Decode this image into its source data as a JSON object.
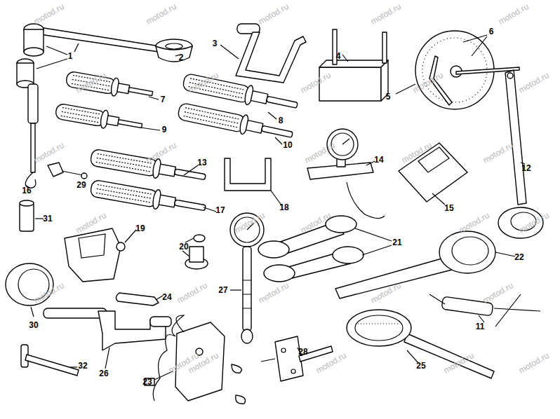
{
  "diagram": {
    "labels": [
      "1",
      "2",
      "3",
      "4",
      "5",
      "6",
      "7",
      "8",
      "9",
      "10",
      "11",
      "12",
      "13",
      "14",
      "15",
      "16",
      "17",
      "18",
      "19",
      "20",
      "21",
      "22",
      "23",
      "24",
      "25",
      "26",
      "27",
      "28",
      "29",
      "30",
      "31",
      "32",
      "motod.ru",
      "motod.ru",
      "motod.ru",
      "motod.ru",
      "motod.ru",
      "motod.ru",
      "motod.ru",
      "motod.ru",
      "motod.ru",
      "motod.ru",
      "motod.ru",
      "motod.ru",
      "motod.ru",
      "motod.ru",
      "motod.ru",
      "motod.ru",
      "motod.ru",
      "motod.ru",
      "motod.ru",
      "motod.ru",
      "motod.ru",
      "motod.ru",
      "motod.ru",
      "motod.ru",
      "motod.ru",
      "motod.ru",
      "motod.ru",
      "motod.ru",
      "motod.ru",
      "motod.ru"
    ]
  }
}
